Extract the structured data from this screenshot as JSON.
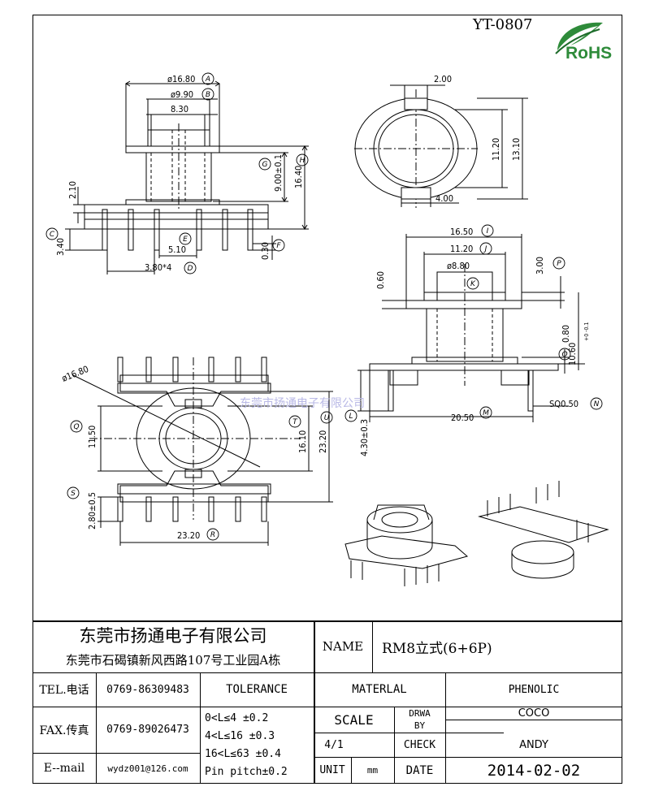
{
  "header": {
    "part_code": "YT-0807",
    "rohs": "RoHS",
    "watermark": "东莞市扬通电子有限公司"
  },
  "dimensions": {
    "A": "ø16.80",
    "B": "ø9.90",
    "w830": "8.30",
    "G": "9.00±0.1",
    "H": "16.40",
    "h210": "2.10",
    "C": "3.40",
    "E": "5.10",
    "D": "3.80*4",
    "F": "0.30",
    "top200": "2.00",
    "v1120": "11.20",
    "v1310": "13.10",
    "w400": "4.00",
    "I": "16.50",
    "J": "11.20",
    "K": "ø8.80",
    "v060": "0.60",
    "P": "3.00",
    "v080": "0.80",
    "O": "10.60",
    "O_tol": "+0 -0.1",
    "M": "20.50",
    "N": "SQ0.50",
    "L": "4.30±0.3",
    "dia1680": "ø16.80",
    "Q": "11.50",
    "T": "16.10",
    "U": "23.20",
    "S": "2.80±0.5",
    "R": "23.20"
  },
  "title_block": {
    "company_cn": "东莞市扬通电子有限公司",
    "address_cn": "东莞市石碣镇新风西路107号工业园A栋",
    "name_label": "NAME",
    "name_value": "RM8立式(6+6P)",
    "tel_label": "TEL.电话",
    "tel_value": "0769-86309483",
    "fax_label": "FAX.传真",
    "fax_value": "0769-89026473",
    "email_label": "E--mail",
    "email_value": "wydz001@126.com",
    "tolerance_label": "TOLERANCE",
    "tol_1": "0<L≤4  ±0.2",
    "tol_2": "4<L≤16 ±0.3",
    "tol_3": "16<L≤63 ±0.4",
    "tol_4": "Pin pitch±0.2",
    "material_label": "MATERLAL",
    "material_value": "PHENOLIC",
    "scale_label": "SCALE",
    "scale_value": "4/1",
    "drwa_label_1": "DRWA",
    "drwa_label_2": "BY",
    "drwa_value": "COCO",
    "check_label": "CHECK",
    "check_value": "ANDY",
    "unit_label": "UNIT",
    "unit_value": "mm",
    "date_label": "DATE",
    "date_value": "2014-02-02"
  }
}
